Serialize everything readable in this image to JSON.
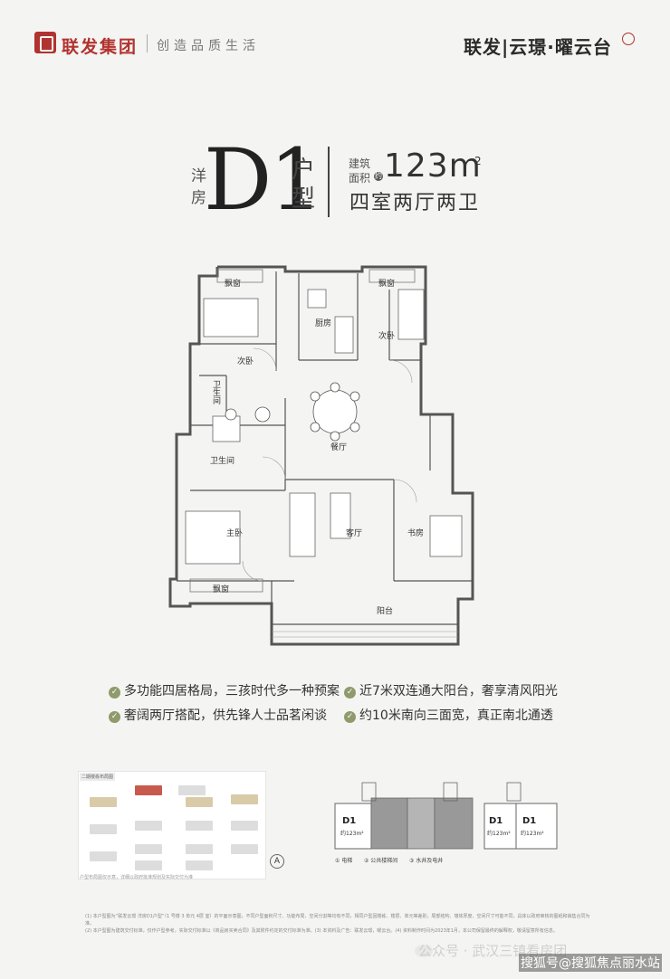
{
  "header": {
    "brand": "联发集团",
    "slogan": "创造品质生活",
    "project": "联发|云璟·曜云台"
  },
  "title": {
    "style_prefix": "洋房",
    "unit_code": "D1",
    "unit_suffix": "户型",
    "area_label": "建筑面积",
    "approx": "约",
    "area_value": "123m",
    "area_sup": "2",
    "layout": "四室两厅两卫"
  },
  "plan": {
    "rooms": {
      "bay_window_1": "飘窗",
      "bay_window_2": "飘窗",
      "bay_window_3": "飘窗",
      "kitchen": "厨房",
      "second_bedroom_1": "次卧",
      "second_bedroom_2": "次卧",
      "bathroom_1": "卫生间",
      "bathroom_2": "卫生间",
      "dining": "餐厅",
      "master": "主卧",
      "living": "客厅",
      "study": "书房",
      "balcony": "阳台"
    }
  },
  "features": [
    "多功能四居格局，三孩时代多一种预案",
    "近7米双连通大阳台，奢享清风阳光",
    "奢阔两厅搭配，供先锋人士品茗闲谈",
    "约10米南向三面宽，真正南北通透"
  ],
  "site_plan": {
    "tag": "二期楼栋布局图",
    "note": "户型布局图仅示意，详细以政府批准规划及实际交付为准"
  },
  "key_plan": {
    "units": [
      {
        "code": "D1",
        "area": "约123m²"
      },
      {
        "code": "D1",
        "area": "约123m²"
      },
      {
        "code": "D1",
        "area": "约123m²"
      }
    ],
    "legend": [
      "① 电梯",
      "② 公共楼梯间",
      "③ 水井及电井"
    ]
  },
  "notes": {
    "line1": "(1) 本户型图为“联发云璟 洋房D1户型”（1 号楼 3 单元 4层 室）的平面示意图，不同户型面积尺寸、功能布局、空间分割等均有不同，相同户型因楼栋、楼层、单元等差别，局部结构、墙体厚度、空间尺寸可能不同，具体以政府审核的图纸和销售合同为准。",
    "line2": "(2) 本户型图为建筑交付标准，仅作户型参考，实际交付标准以《商品房买卖合同》及其附件约定的交付标准为准。(3) 本资料及广告：联发云璟，曜云台。(4) 资料制作时间为2023年1月，本公司保留最终的解释权，敬请留意所有信息。"
  },
  "watermarks": {
    "wm1": "公众号 · 武汉三镇看房团",
    "wm2": "搜狐号@搜狐焦点丽水站"
  },
  "colors": {
    "brand_red": "#b1332f",
    "check_green": "#8f9a6d",
    "background": "#f4f4f2"
  }
}
